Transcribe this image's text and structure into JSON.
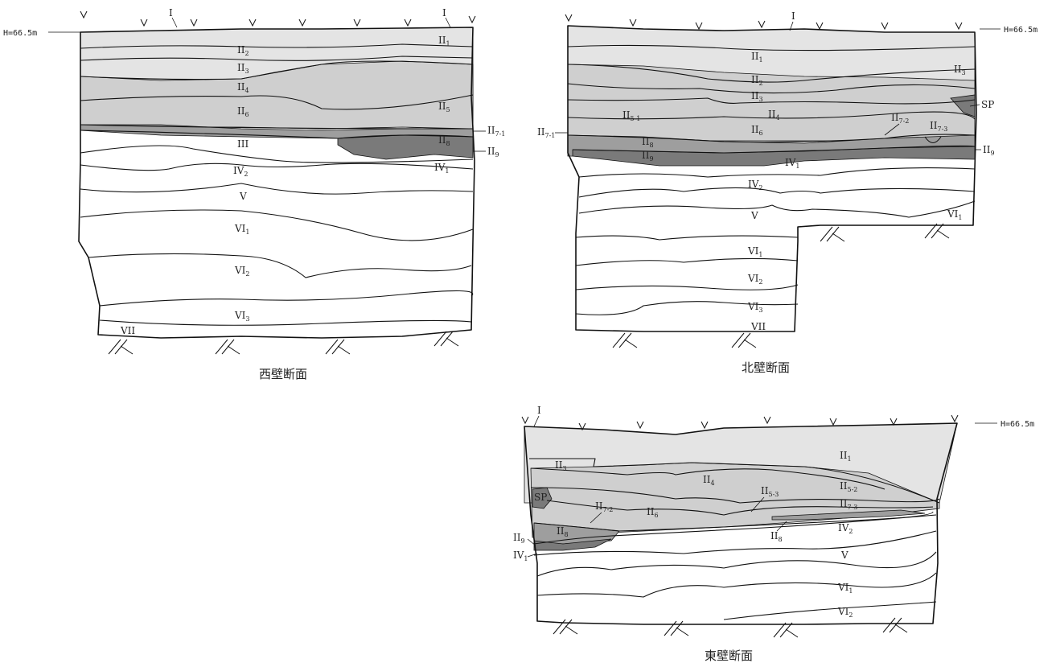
{
  "elevation_label": "H=66.5m",
  "colors": {
    "light": "#e4e4e4",
    "mid": "#cfcfcf",
    "dark": "#9e9e9e",
    "darker": "#7a7a7a"
  },
  "west": {
    "caption": "西壁断面",
    "labels": {
      "I_a": "I",
      "I_b": "I",
      "II1": "II",
      "II1_s": "1",
      "II2": "II",
      "II2_s": "2",
      "II3": "II",
      "II3_s": "3",
      "II4": "II",
      "II4_s": "4",
      "II5": "II",
      "II5_s": "5",
      "II6": "II",
      "II6_s": "6",
      "II7_1": "II",
      "II7_1_s": "7-1",
      "II8": "II",
      "II8_s": "8",
      "II9": "II",
      "II9_s": "9",
      "III": "III",
      "IV1": "IV",
      "IV1_s": "1",
      "IV2": "IV",
      "IV2_s": "2",
      "V": "V",
      "VI1": "VI",
      "VI1_s": "1",
      "VI2": "VI",
      "VI2_s": "2",
      "VI3": "VI",
      "VI3_s": "3",
      "VII": "VII"
    }
  },
  "north": {
    "caption": "北壁断面",
    "labels": {
      "I": "I",
      "II1": "II",
      "II1_s": "1",
      "II2": "II",
      "II2_s": "2",
      "II3": "II",
      "II3_s": "3",
      "II3r": "II",
      "II3r_s": "3",
      "II4": "II",
      "II4_s": "4",
      "II5_1": "II",
      "II5_1_s": "5-1",
      "II6": "II",
      "II6_s": "6",
      "II7_1": "II",
      "II7_1_s": "7-1",
      "II7_2": "II",
      "II7_2_s": "7-2",
      "II7_3": "II",
      "II7_3_s": "7-3",
      "II8": "II",
      "II8_s": "8",
      "II9": "II",
      "II9_s": "9",
      "II9r": "II",
      "II9r_s": "9",
      "SP": "SP",
      "IV1": "IV",
      "IV1_s": "1",
      "IV2": "IV",
      "IV2_s": "2",
      "V": "V",
      "VI1r": "VI",
      "VI1r_s": "1",
      "VI1": "VI",
      "VI1_s": "1",
      "VI2": "VI",
      "VI2_s": "2",
      "VI3": "VI",
      "VI3_s": "3",
      "VII": "VII"
    }
  },
  "east": {
    "caption": "東壁断面",
    "labels": {
      "I": "I",
      "II1": "II",
      "II1_s": "1",
      "II3": "II",
      "II3_s": "3",
      "II4": "II",
      "II4_s": "4",
      "II5_2": "II",
      "II5_2_s": "5-2",
      "II5_3": "II",
      "II5_3_s": "5-3",
      "II6": "II",
      "II6_s": "6",
      "II7_2": "II",
      "II7_2_s": "7-2",
      "II7_3": "II",
      "II7_3_s": "7-3",
      "II8": "II",
      "II8_s": "8",
      "II8b": "II",
      "II8b_s": "8",
      "II9": "II",
      "II9_s": "9",
      "SP": "SP",
      "IV1": "IV",
      "IV1_s": "1",
      "IV2": "IV",
      "IV2_s": "2",
      "V": "V",
      "VI1": "VI",
      "VI1_s": "1",
      "VI2": "VI",
      "VI2_s": "2"
    }
  }
}
